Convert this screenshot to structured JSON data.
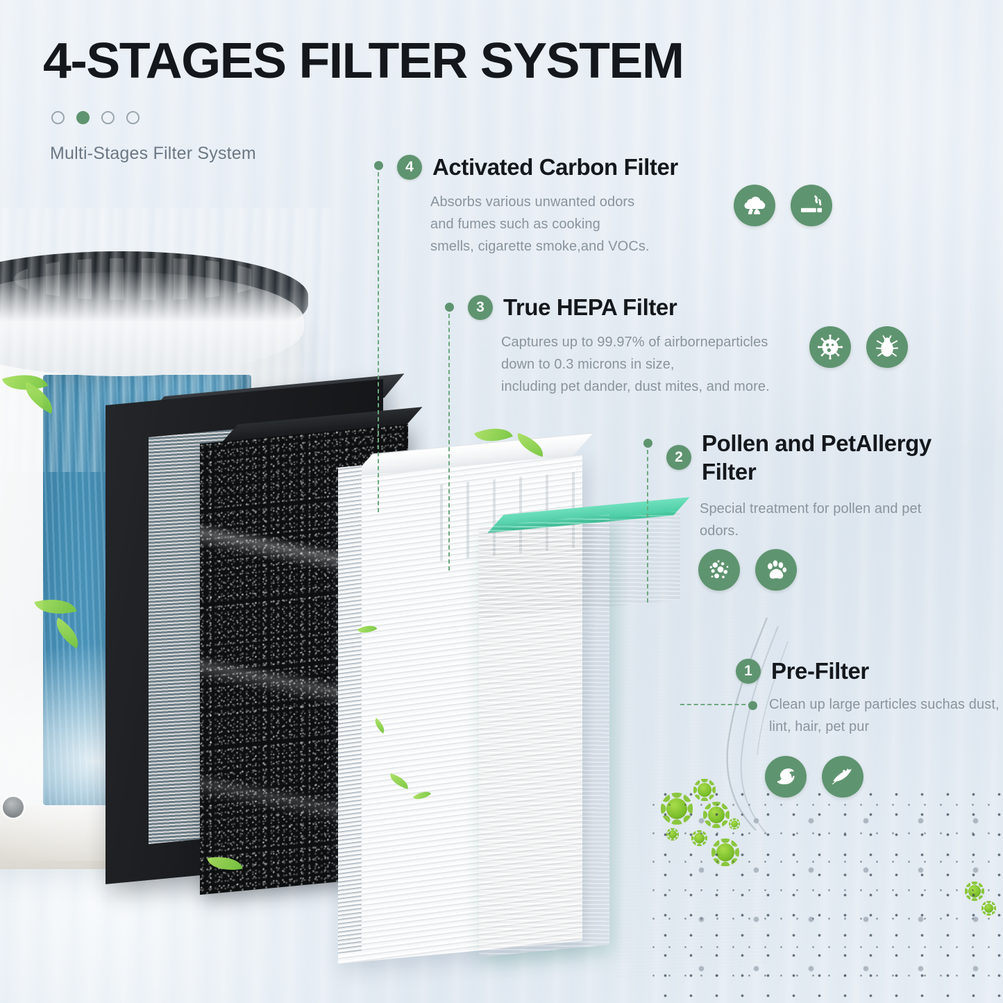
{
  "header": {
    "title": "4-STAGES FILTER SYSTEM",
    "subtitle": "Multi-Stages Filter System",
    "pagination": {
      "total": 4,
      "active_index": 1
    }
  },
  "colors": {
    "accent_green": "#5f9470",
    "connector_green": "#6aa87d",
    "prefilter_green": "#45cca2",
    "background": "#e4ebf2",
    "title_text": "#14181c",
    "body_text": "#8a949d"
  },
  "stages": [
    {
      "number": "4",
      "title": "Activated Carbon Filter",
      "description": "Absorbs various unwanted odors\nand fumes such as cooking\nsmells, cigarette smoke,and VOCs.",
      "icons": [
        "smoke-fumes-icon",
        "cigarette-icon"
      ]
    },
    {
      "number": "3",
      "title": "True HEPA Filter",
      "description": "Captures up to 99.97% of airborneparticles\ndown to 0.3 microns in size,\nincluding pet dander, dust mites, and more.",
      "icons": [
        "virus-icon",
        "dust-mite-icon"
      ]
    },
    {
      "number": "2",
      "title": "Pollen and PetAllergy Filter",
      "description": "Special treatment for pollen and pet odors.",
      "icons": [
        "pollen-icon",
        "paw-print-icon"
      ]
    },
    {
      "number": "1",
      "title": "Pre-Filter",
      "description": "Clean up large particles suchas dust,\nlint, hair, pet pur",
      "icons": [
        "lint-fiber-icon",
        "feather-icon"
      ]
    }
  ],
  "product": {
    "name": "air-purifier",
    "layers": [
      "filter-frame",
      "activated-carbon-filter",
      "true-hepa-filter",
      "pollen-pet-allergy-prefilter"
    ]
  }
}
